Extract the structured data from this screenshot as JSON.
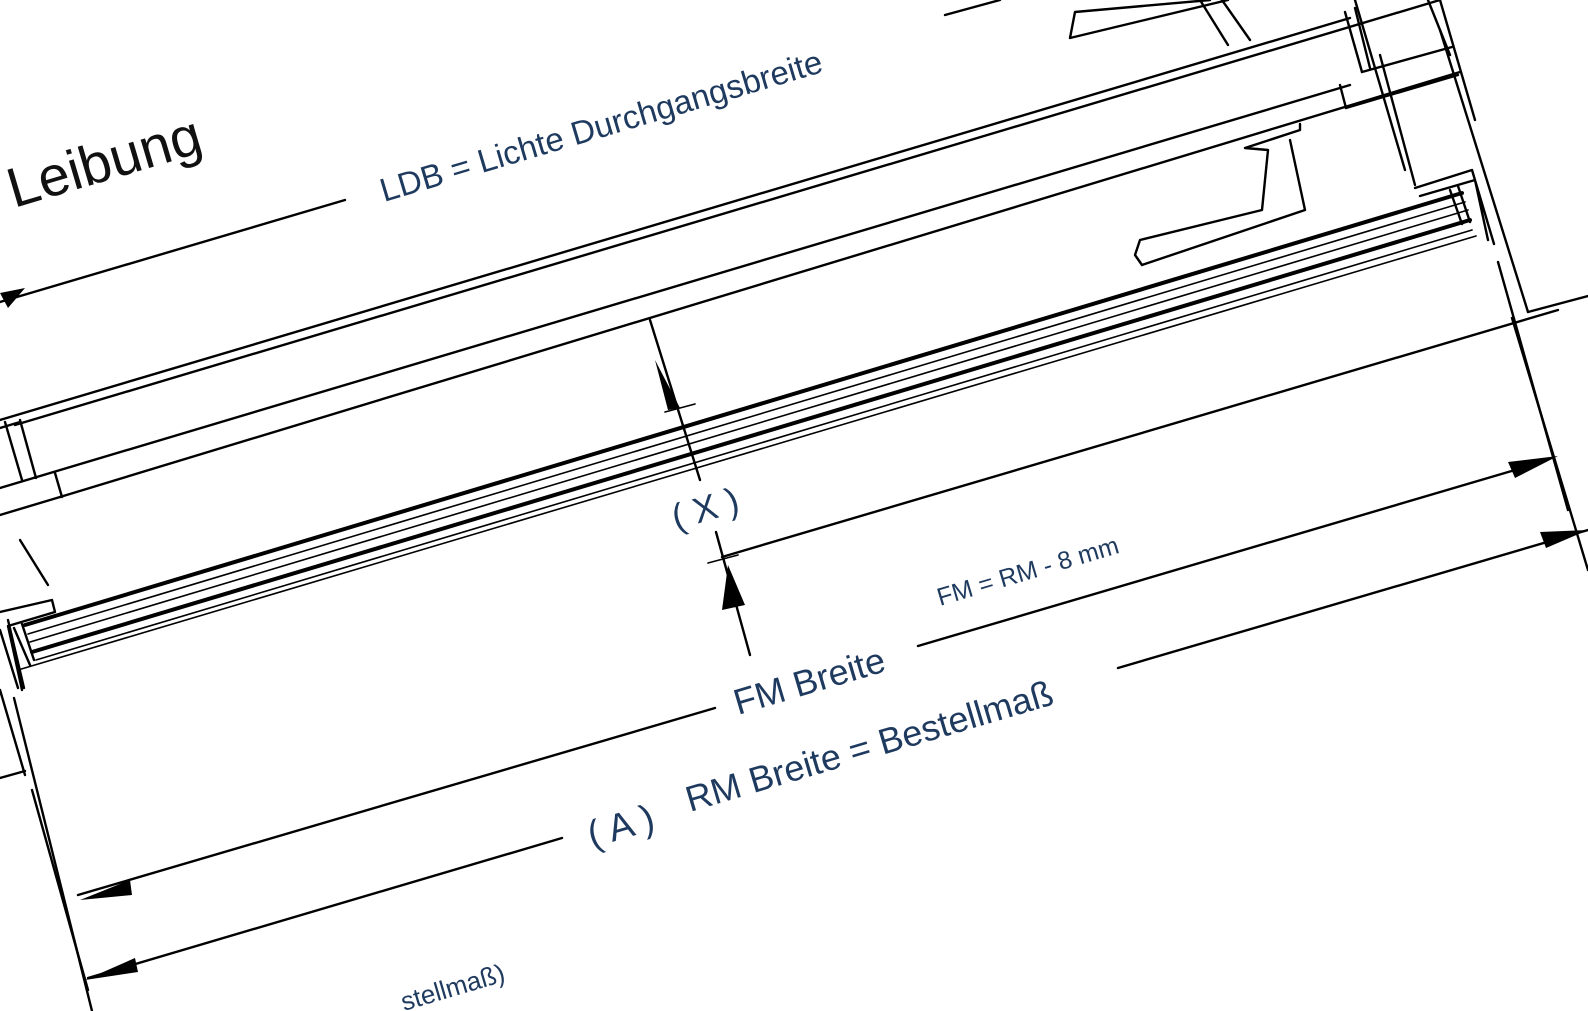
{
  "labels": {
    "leibung": "Leibung",
    "ldb": "LDB = Lichte Durchgangsbreite",
    "x_marker": "( X )",
    "fm_formula": "FM = RM - 8 mm",
    "fm_breite": "FM Breite",
    "a_marker": "( A )",
    "rm_breite": "RM Breite = Bestellmaß",
    "bottom_partial": "stellmaß)"
  },
  "colors": {
    "line": "#000000",
    "label_blue": "#1f3a5f"
  }
}
